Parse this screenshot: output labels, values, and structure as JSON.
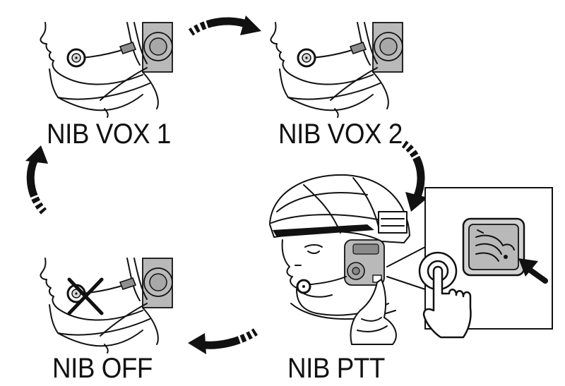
{
  "labels": {
    "vox1": "NIB VOX 1",
    "vox2": "NIB VOX 2",
    "ptt": "NIB PTT",
    "off": "NIB OFF"
  },
  "icons": {
    "cycle_arrow": "curved-arrow-icon",
    "disabled_mark": "x-mark-icon",
    "nib_button": "nib-button-icon",
    "pointer": "pointer-arrow-icon",
    "press": "finger-press-icon"
  },
  "colors": {
    "ink": "#111111",
    "button_fill": "#b9b9b9",
    "background": "#ffffff"
  }
}
